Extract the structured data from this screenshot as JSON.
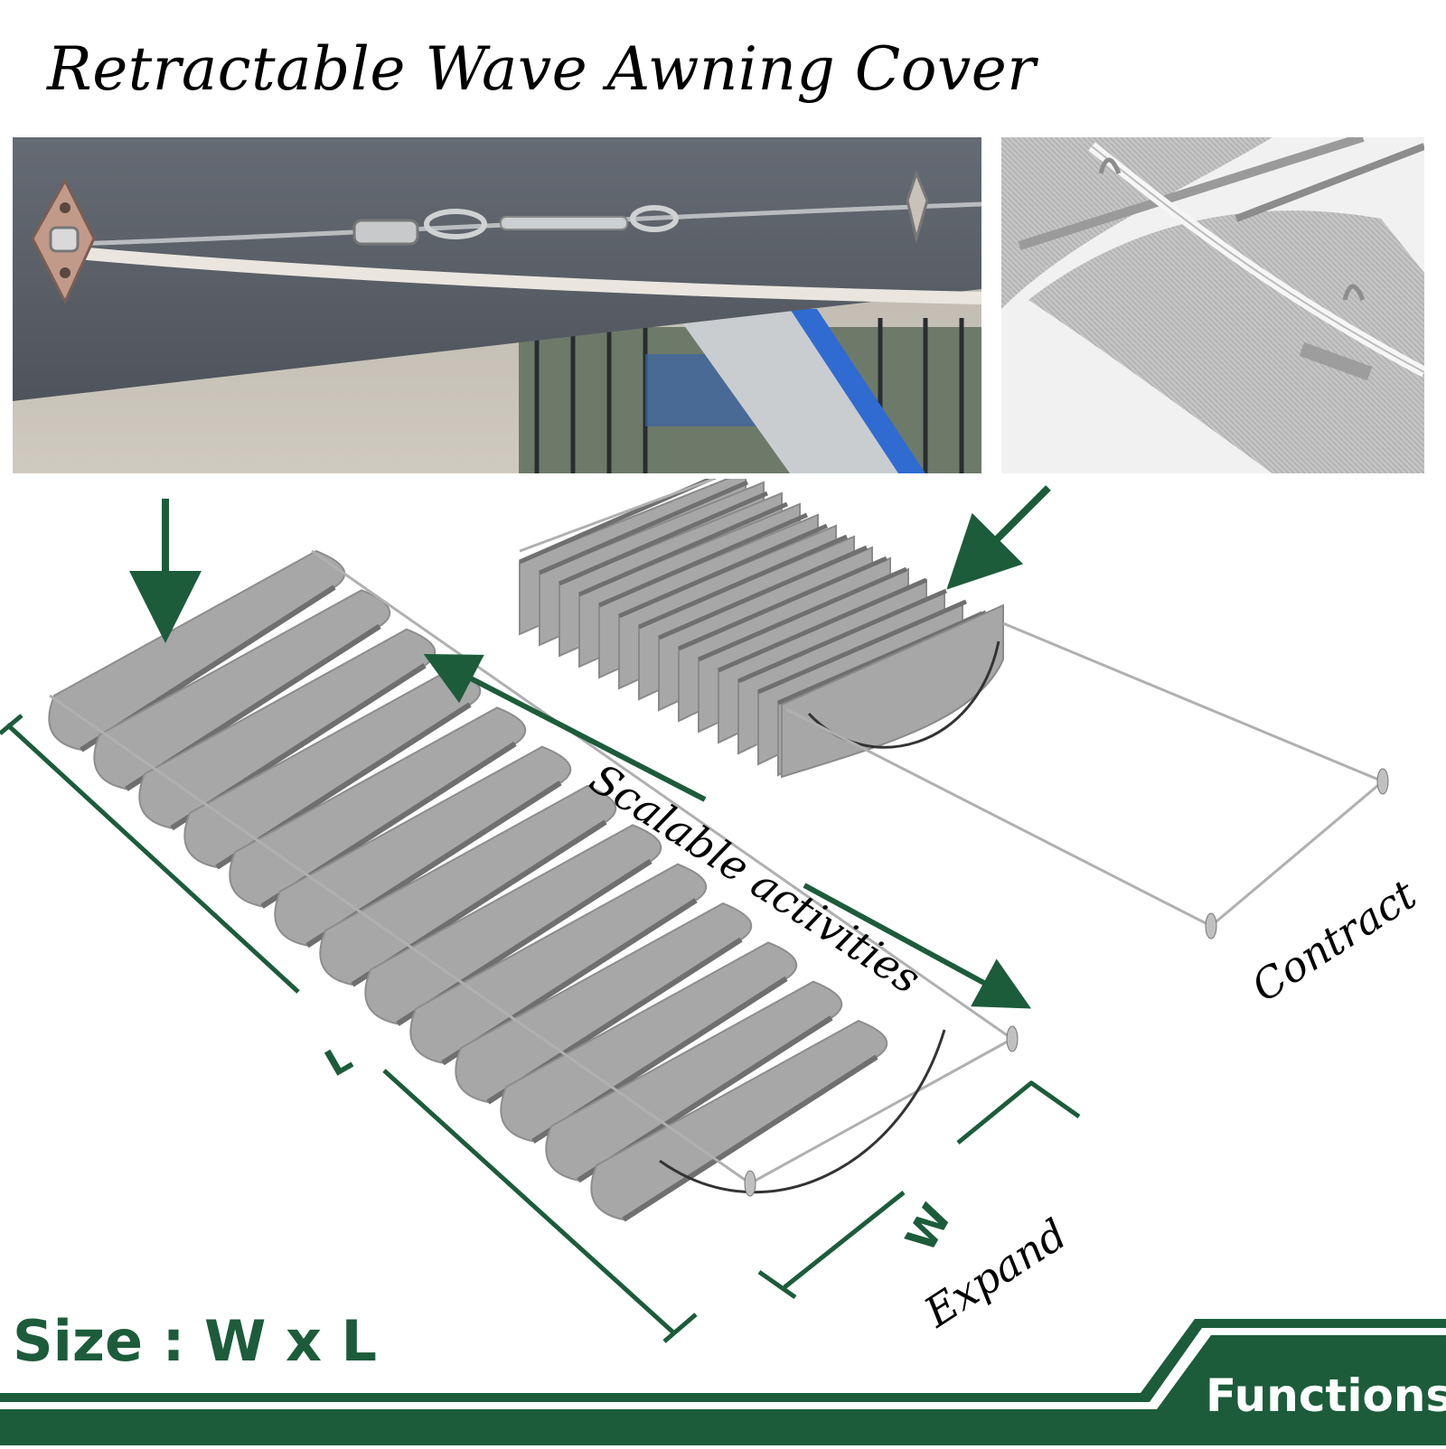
{
  "title": "Retractable Wave Awning Cover",
  "photos": {
    "left": "wire-mount-hardware-photo",
    "right": "wave-fabric-rail-photo"
  },
  "labels": {
    "scalable": "Scalable activities",
    "contract": "Contract",
    "expand": "Expand",
    "w": "W",
    "l": "L"
  },
  "size": "Size : W x L",
  "functions": "Functions",
  "colors": {
    "accent_green": "#1c5c3a",
    "fabric_gray": "#a7a7a7",
    "beam_gray": "#5b616a"
  }
}
